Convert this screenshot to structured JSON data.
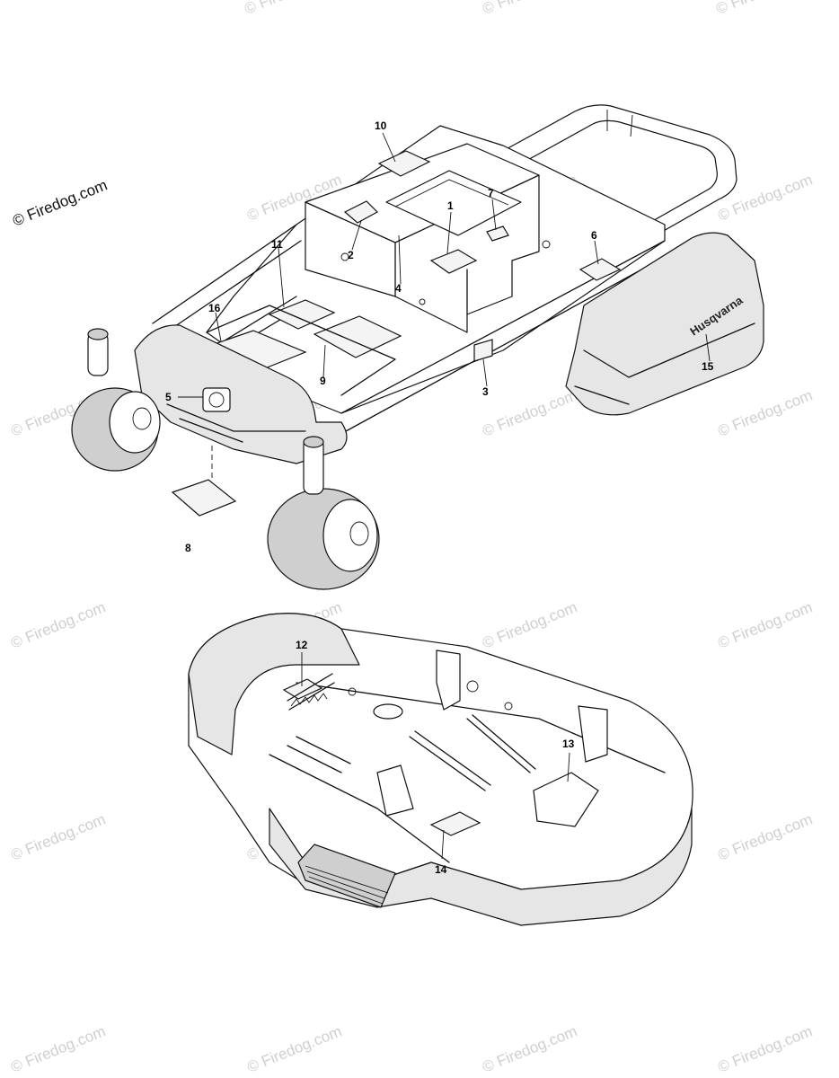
{
  "copyright_text": "© Firedog.com",
  "watermark_text": "© Firedog.com",
  "brand_text": "Husqvarna",
  "callouts": {
    "c1": "1",
    "c2": "2",
    "c3": "3",
    "c4": "4",
    "c5": "5",
    "c6": "6",
    "c7": "7",
    "c8": "8",
    "c9": "9",
    "c10": "10",
    "c11": "11",
    "c12": "12",
    "c13": "13",
    "c14": "14",
    "c15": "15",
    "c16": "16"
  },
  "colors": {
    "line": "#111111",
    "watermark": "#cfcfcf",
    "shade": "#e6e6e6"
  }
}
